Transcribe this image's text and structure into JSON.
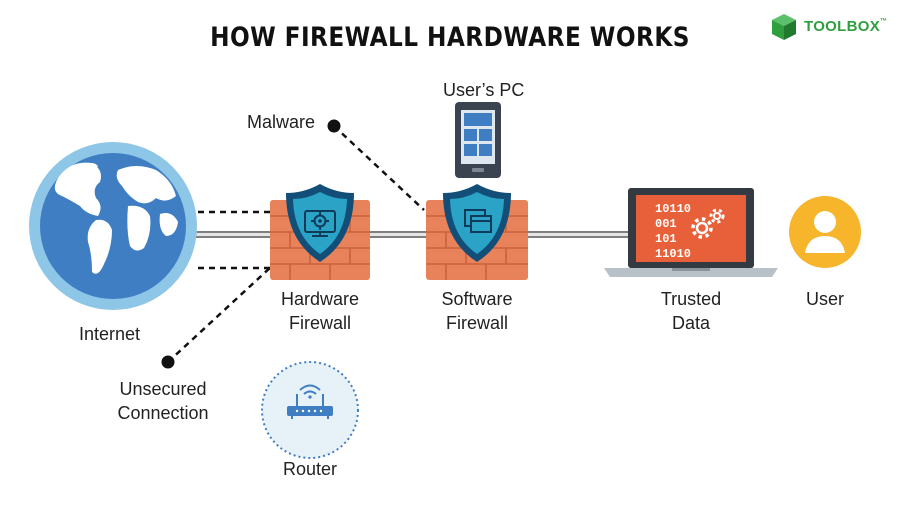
{
  "title": "HOW FIREWALL HARDWARE WORKS",
  "logo": {
    "text": "TOOLBOX",
    "trademark": "™"
  },
  "labels": {
    "malware": "Malware",
    "users_pc": "User’s PC",
    "internet": "Internet",
    "hardware_firewall_1": "Hardware",
    "hardware_firewall_2": "Firewall",
    "software_firewall_1": "Software",
    "software_firewall_2": "Firewall",
    "trusted_data_1": "Trusted",
    "trusted_data_2": "Data",
    "user": "User",
    "unsecured_1": "Unsecured",
    "unsecured_2": "Connection",
    "router": "Router"
  },
  "laptop_screen": {
    "lines": [
      "10110",
      "001",
      "101",
      "11010"
    ]
  },
  "colors": {
    "globe_ring": "#8ec6e8",
    "globe_ocean": "#3f7ec2",
    "land": "#ffffff",
    "brick": "#e8825a",
    "brick_line": "#c9623a",
    "shield_outer": "#124e78",
    "shield_inner": "#2aa3c6",
    "laptop_screen": "#e8603a",
    "user_circle": "#f6b52a",
    "router_bg": "#e6f1f8",
    "router_ring": "#3f7ec2",
    "connector": "#111111",
    "logo_green": "#2f9e3e"
  },
  "icons": [
    "globe-icon",
    "shield-gear-icon",
    "shield-window-icon",
    "phone-icon",
    "laptop-icon",
    "gear-icon",
    "user-icon",
    "router-icon",
    "logo-cube-icon"
  ]
}
